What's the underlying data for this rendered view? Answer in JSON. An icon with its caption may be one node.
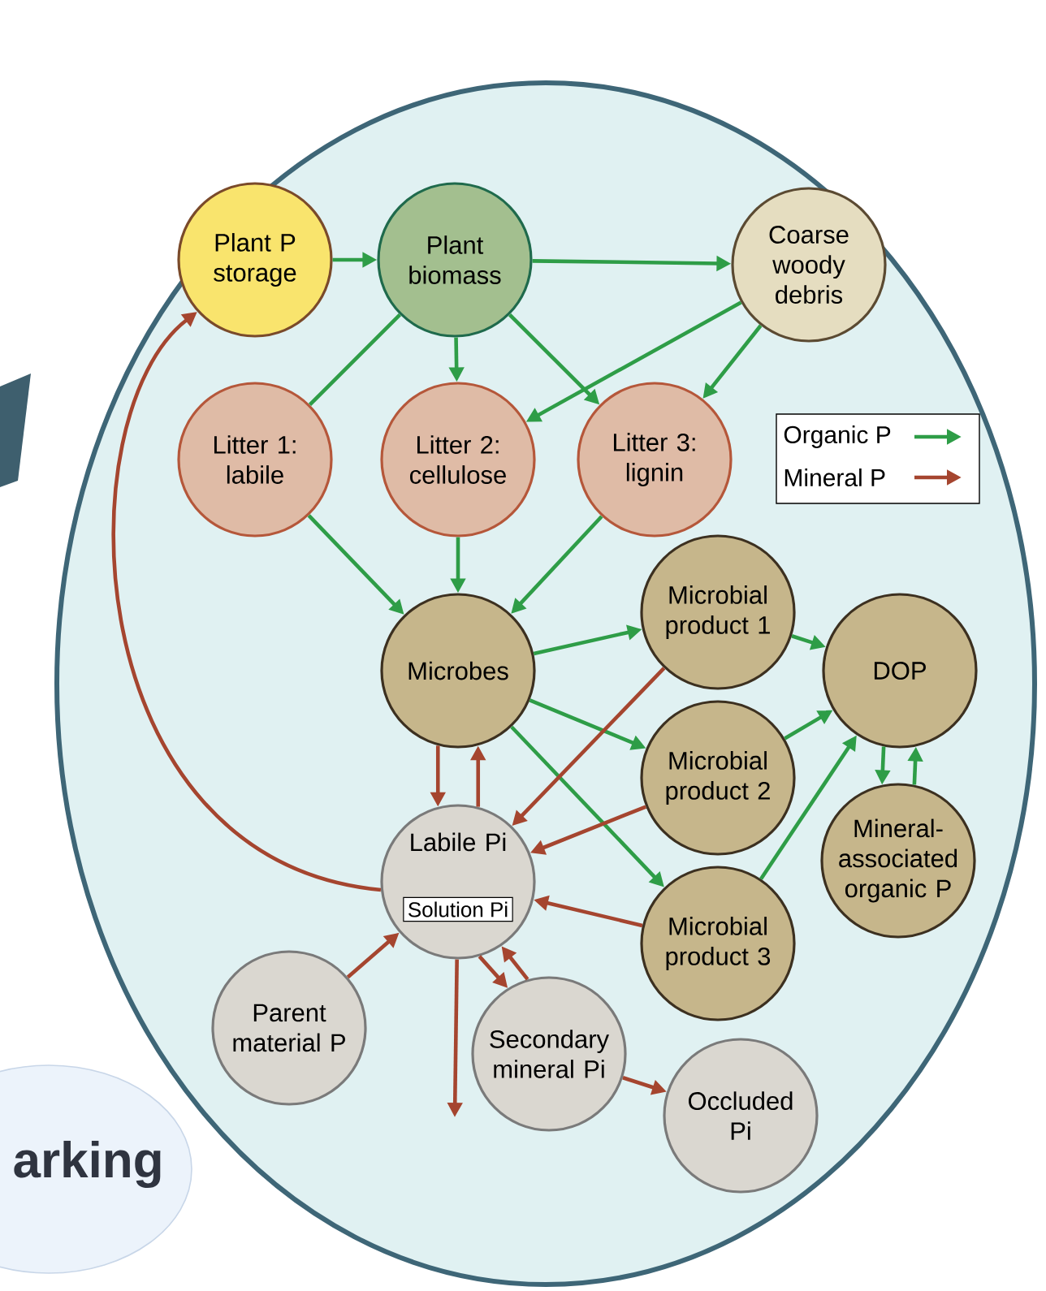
{
  "diagram": {
    "nodes": [
      {
        "text": [
          "Plant P storage"
        ]
      },
      {
        "text": [
          "Plant biomass"
        ]
      },
      {
        "text": [
          "Coarse woody debris"
        ]
      },
      {
        "text": [
          "Litter 1: labile"
        ]
      },
      {
        "text": [
          "Litter 2: cellulose"
        ]
      },
      {
        "text": [
          "Litter 3: lignin"
        ]
      },
      {
        "text": [
          "Microbes"
        ]
      },
      {
        "text": [
          "Microbial product 1"
        ]
      },
      {
        "text": [
          "Microbial product 2"
        ]
      },
      {
        "text": [
          "DOP"
        ]
      },
      {
        "text": [
          "Mineral-associated organic P"
        ]
      },
      {
        "text": [
          "Labile Pi"
        ]
      },
      {
        "text": [
          "Solution Pi"
        ],
        "in": 11
      },
      {
        "text": [
          "Microbial product 3"
        ]
      },
      {
        "text": [
          "Parent material P"
        ]
      },
      {
        "text": [
          "Secondary mineral Pi"
        ]
      },
      {
        "text": [
          "Occluded Pi"
        ]
      }
    ],
    "edges": [
      {
        "from": 0,
        "to": 1,
        "arrow": "to"
      },
      {
        "from": 1,
        "to": 2,
        "arrow": "to"
      },
      {
        "from": 1,
        "to": 3,
        "arrow": "none"
      },
      {
        "from": 1,
        "to": 4,
        "arrow": "to"
      },
      {
        "from": 1,
        "to": 5,
        "arrow": "to"
      },
      {
        "from": 2,
        "to": 4,
        "arrow": "to"
      },
      {
        "from": 2,
        "to": 5,
        "arrow": "to"
      },
      {
        "from": 3,
        "to": 6,
        "arrow": "to"
      },
      {
        "from": 4,
        "to": 6,
        "arrow": "to"
      },
      {
        "from": 5,
        "to": 6,
        "arrow": "to"
      },
      {
        "from": 6,
        "to": 7,
        "arrow": "to"
      },
      {
        "from": 6,
        "to": 8,
        "arrow": "to"
      },
      {
        "from": 6,
        "to": 13,
        "arrow": "to"
      },
      {
        "from": 7,
        "to": 9,
        "arrow": "to"
      },
      {
        "from": 8,
        "to": 9,
        "arrow": "to"
      },
      {
        "from": 13,
        "to": 9,
        "arrow": "to"
      },
      {
        "from": 9,
        "to": 10,
        "arrow": "to"
      },
      {
        "from": 10,
        "to": 9,
        "arrow": "to"
      },
      {
        "from": 6,
        "to": 11,
        "arrow": "to",
        "color": "#a5452f"
      },
      {
        "from": 11,
        "to": 6,
        "arrow": "to",
        "color": "#a5452f"
      },
      {
        "from": 7,
        "to": 11,
        "arrow": "to",
        "color": "#a5452f"
      },
      {
        "from": 8,
        "to": 11,
        "arrow": "to",
        "color": "#a5452f"
      },
      {
        "from": 13,
        "to": 11,
        "arrow": "to",
        "color": "#a5452f"
      },
      {
        "from": 14,
        "to": 11,
        "arrow": "to",
        "color": "#a5452f"
      },
      {
        "from": 11,
        "to": 15,
        "arrow": "to",
        "color": "#a5452f"
      },
      {
        "from": 15,
        "to": 11,
        "arrow": "to",
        "color": "#a5452f"
      },
      {
        "from": 15,
        "to": 16,
        "arrow": "to",
        "color": "#a5452f"
      },
      {
        "from": 11,
        "to": null,
        "arrow": "to",
        "color": "#a5452f"
      },
      {
        "from": 11,
        "to": 0,
        "arrow": "to",
        "color": "#a5452f"
      }
    ],
    "labels": [
      "arking"
    ],
    "legend": [
      {
        "text": "Organic P",
        "color": "#2e9d47"
      },
      {
        "text": "Mineral P",
        "color": "#a5452f"
      }
    ]
  }
}
